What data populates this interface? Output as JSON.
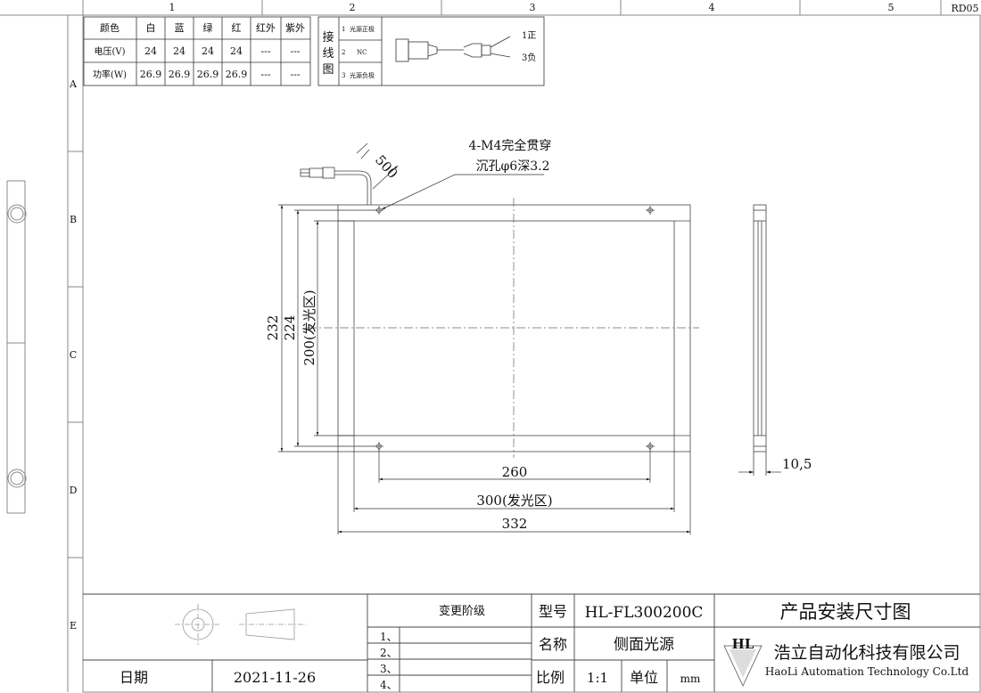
{
  "frame": {
    "columns": [
      "1",
      "2",
      "3",
      "4",
      "5"
    ],
    "rows": [
      "A",
      "B",
      "C",
      "D",
      "E"
    ],
    "revision": "RD05"
  },
  "spec_table": {
    "headers": [
      "颜色",
      "白",
      "蓝",
      "绿",
      "红",
      "红外",
      "紫外"
    ],
    "rows": [
      [
        "电压(V)",
        "24",
        "24",
        "24",
        "24",
        "---",
        "---"
      ],
      [
        "功率(W)",
        "26.9",
        "26.9",
        "26.9",
        "26.9",
        "---",
        "---"
      ]
    ]
  },
  "wiring": {
    "title_chars": [
      "接",
      "线",
      "图"
    ],
    "pins": [
      {
        "num": "1",
        "label": "光源正极"
      },
      {
        "num": "2",
        "label": "NC"
      },
      {
        "num": "3",
        "label": "光源负极"
      }
    ],
    "connector_pins": [
      "1正",
      "3负"
    ]
  },
  "drawing": {
    "cable_length": "500",
    "hole_note_line1": "4-M4完全贯穿",
    "hole_note_line2": "沉孔φ6深3.2",
    "dim_height_outer": "232",
    "dim_height_mount": "224",
    "dim_height_emit": "200(发光区)",
    "dim_width_mount": "260",
    "dim_width_emit": "300(发光区)",
    "dim_width_outer": "332",
    "dim_thickness": "10,5"
  },
  "title_block": {
    "change_stage_label": "变更阶级",
    "change_rows": [
      "1、",
      "2、",
      "3、",
      "4、"
    ],
    "date_label": "日期",
    "date_value": "2021-11-26",
    "model_label": "型号",
    "model_value": "HL-FL300200C",
    "name_label": "名称",
    "name_value": "侧面光源",
    "scale_label": "比例",
    "scale_value": "1:1",
    "unit_label": "单位",
    "unit_value": "mm",
    "drawing_title": "产品安装尺寸图",
    "company_cn": "浩立自动化科技有限公司",
    "company_en": "HaoLi Automation Technology Co.Ltd",
    "logo_text": "HL"
  }
}
